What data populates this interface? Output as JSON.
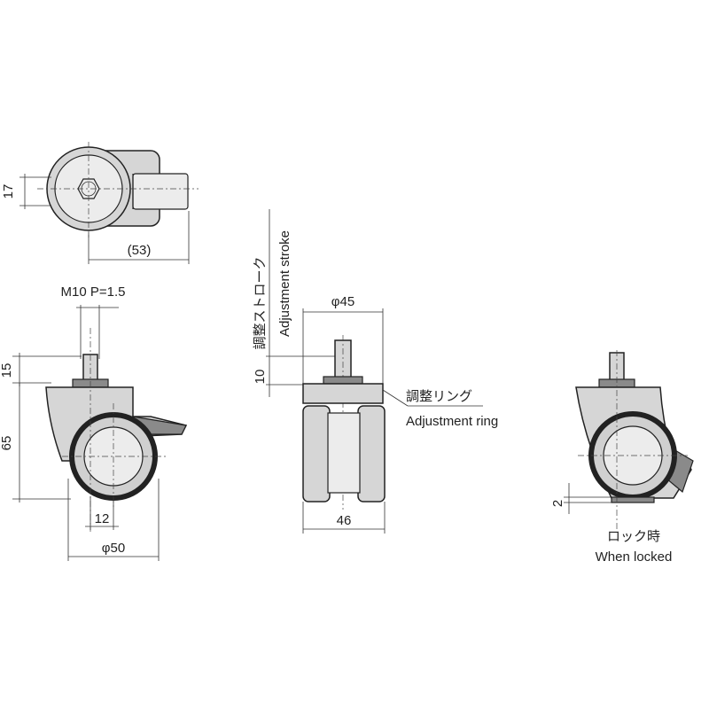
{
  "dimensions": {
    "top_height": "17",
    "top_length": "(53)",
    "thread": "M10 P=1.5",
    "stem_height": "15",
    "body_height": "65",
    "stem_offset": "12",
    "wheel_diameter": "φ50",
    "stroke_value": "10",
    "stroke_label_jp": "調整ストローク",
    "stroke_label_en": "Adjustment stroke",
    "ring_diameter": "φ45",
    "width": "46",
    "ring_label_jp": "調整リング",
    "ring_label_en": "Adjustment ring",
    "lock_drop": "2",
    "locked_jp": "ロック時",
    "locked_en": "When locked"
  }
}
